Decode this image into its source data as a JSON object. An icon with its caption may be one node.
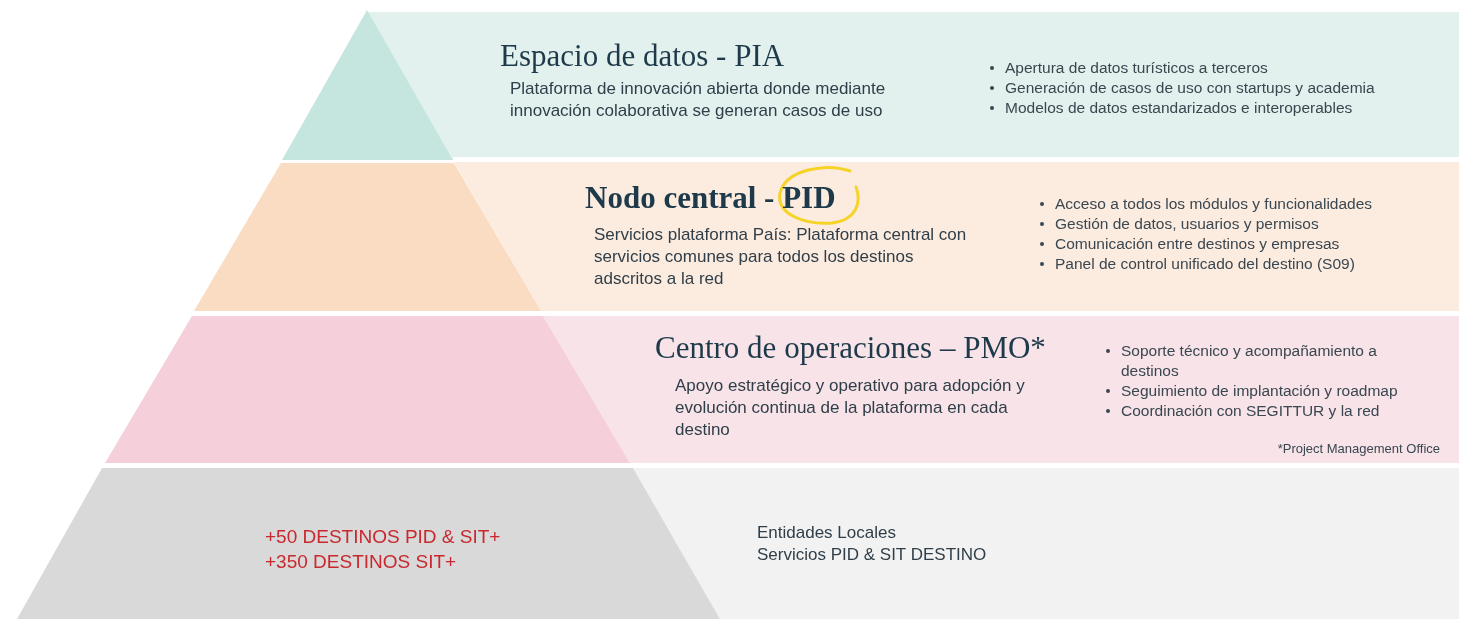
{
  "diagram": {
    "nodes": [
      {
        "text": [],
        "shape": "triangle"
      },
      {
        "text": [
          "Espacio de datos - PIA",
          "Plataforma de innovación abierta donde mediante innovación colaborativa se generan casos de uso",
          "Apertura de datos turísticos a terceros",
          "Generación de casos de uso con startups y academia",
          "Modelos de datos estandarizados e interoperables"
        ]
      },
      {
        "text": [],
        "shape": "trapezoid"
      },
      {
        "text": [
          "Nodo central - PID",
          "Servicios plataforma País: Plataforma central con servicios comunes para todos los destinos adscritos a la red",
          "Acceso a todos los módulos y funcionalidades",
          "Gestión de datos, usuarios y permisos",
          "Comunicación entre destinos y empresas",
          "Panel de control unificado del destino (S09)"
        ]
      },
      {
        "text": [],
        "shape": "trapezoid"
      },
      {
        "text": [
          "Centro de operaciones – PMO*",
          "Apoyo estratégico y operativo para adopción y evolución continua de la plataforma en cada destino",
          "Soporte técnico y acompañamiento a destinos",
          "Seguimiento de implantación y roadmap",
          "Coordinación con SEGITTUR y la red",
          "*Project Management Office"
        ]
      },
      {
        "text": [
          "+50 DESTINOS PID & SIT+",
          "+350 DESTINOS SIT+"
        ]
      },
      {
        "text": [
          "Entidades Locales",
          "Servicios PID & SIT DESTINO"
        ]
      }
    ]
  }
}
